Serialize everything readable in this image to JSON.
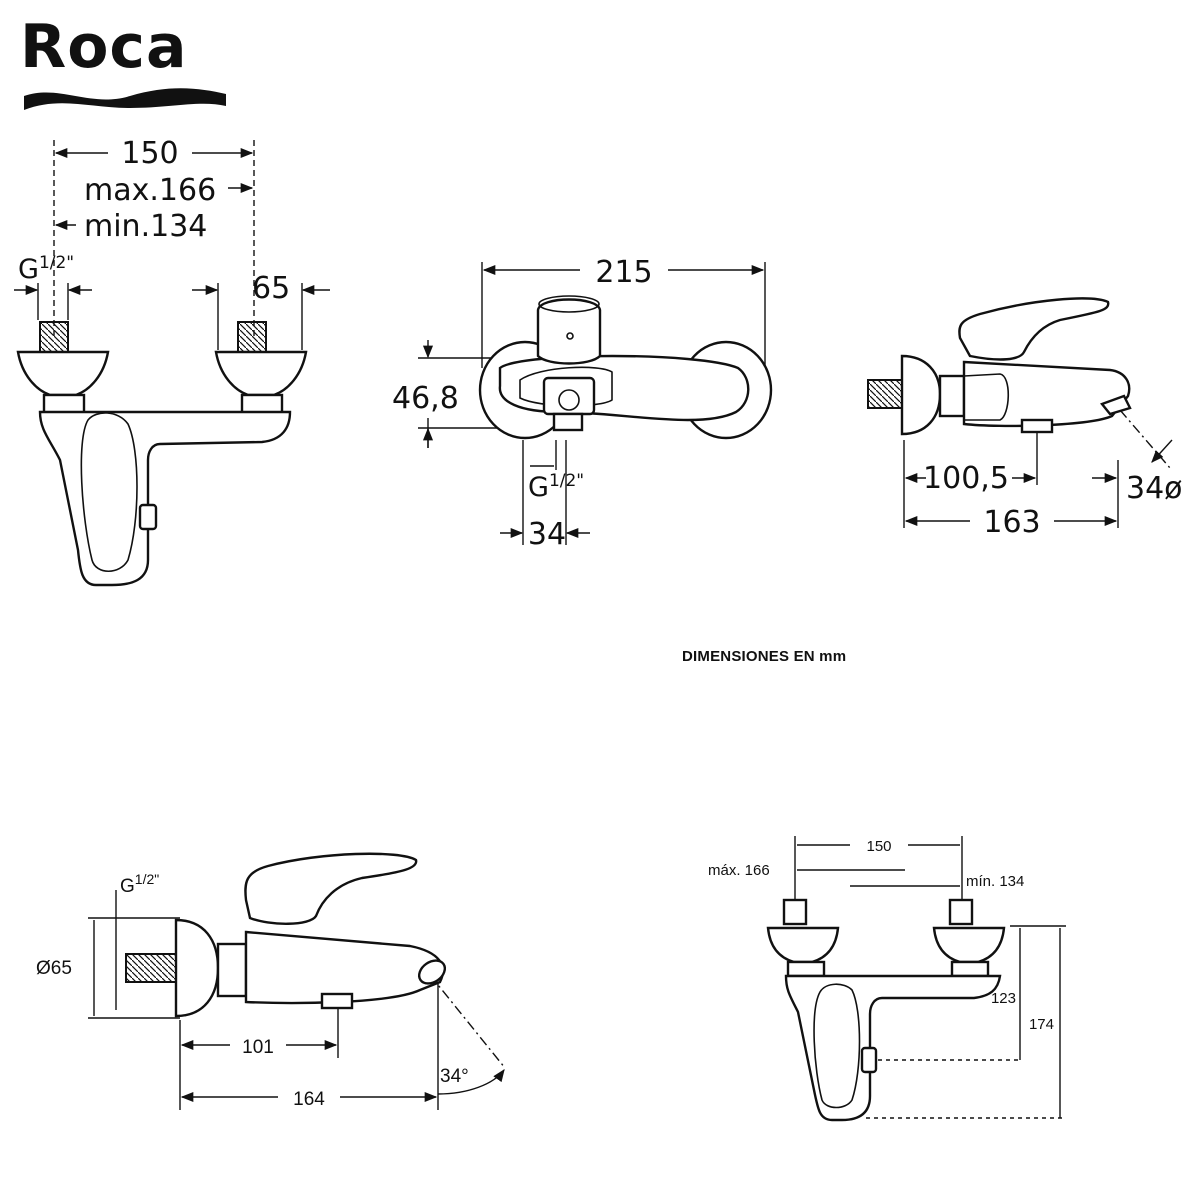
{
  "brand": {
    "logo_text": "Roca"
  },
  "caption": "DIMENSIONES EN mm",
  "views": {
    "front_top": {
      "width_150": "150",
      "max_166": "max.166",
      "min_134": "min.134",
      "thread_label": "G",
      "thread_frac": "1/2\"",
      "dim_65": "65"
    },
    "top_view": {
      "width_215": "215",
      "depth_46_8": "46,8",
      "thread_label": "G",
      "thread_frac": "1/2\"",
      "dim_34": "34"
    },
    "side_top": {
      "dim_100_5": "100,5",
      "dim_163": "163",
      "dia_34": "34ø"
    },
    "side_bottom": {
      "thread_label": "G",
      "thread_frac": "1/2\"",
      "dia_65": "Ø65",
      "dim_101": "101",
      "dim_164": "164",
      "angle_34": "34°"
    },
    "front_bottom": {
      "width_150": "150",
      "max_166": "máx. 166",
      "min_134": "mín. 134",
      "dim_123": "123",
      "dim_174": "174"
    }
  }
}
